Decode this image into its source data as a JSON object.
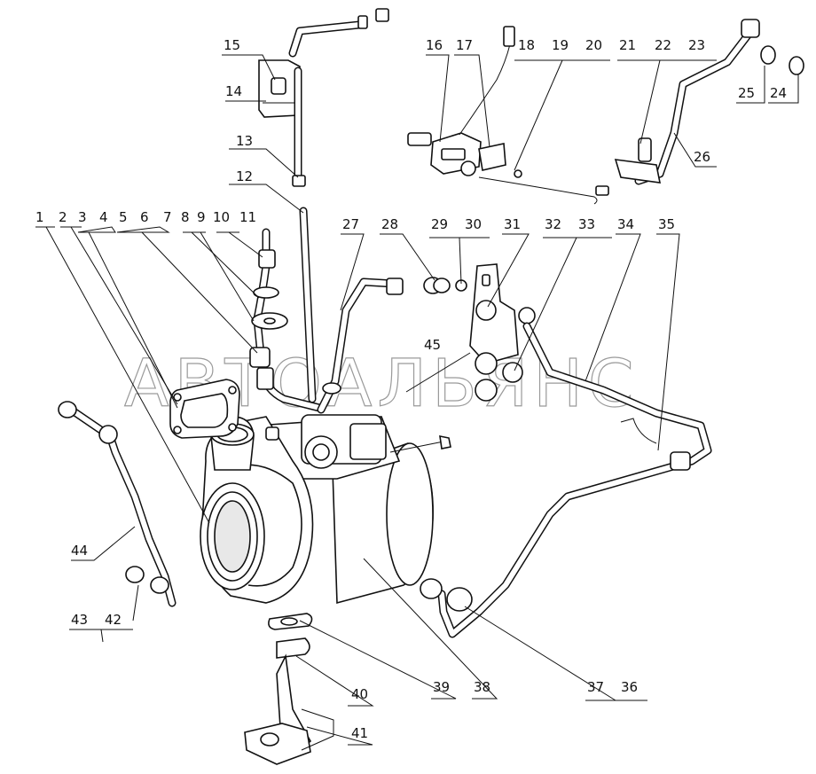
{
  "watermark": "АВТОАЛЬЯНС",
  "callouts": [
    {
      "id": "c1",
      "text": "1"
    },
    {
      "id": "c2",
      "text": "2"
    },
    {
      "id": "c3",
      "text": "3"
    },
    {
      "id": "c4",
      "text": "4"
    },
    {
      "id": "c5",
      "text": "5"
    },
    {
      "id": "c6",
      "text": "6"
    },
    {
      "id": "c7",
      "text": "7"
    },
    {
      "id": "c8",
      "text": "8"
    },
    {
      "id": "c9",
      "text": "9"
    },
    {
      "id": "c10",
      "text": "10"
    },
    {
      "id": "c11",
      "text": "11"
    },
    {
      "id": "c12",
      "text": "12"
    },
    {
      "id": "c13",
      "text": "13"
    },
    {
      "id": "c14",
      "text": "14"
    },
    {
      "id": "c15",
      "text": "15"
    },
    {
      "id": "c16",
      "text": "16"
    },
    {
      "id": "c17",
      "text": "17"
    },
    {
      "id": "c18",
      "text": "18"
    },
    {
      "id": "c19",
      "text": "19"
    },
    {
      "id": "c20",
      "text": "20"
    },
    {
      "id": "c21",
      "text": "21"
    },
    {
      "id": "c22",
      "text": "22"
    },
    {
      "id": "c23",
      "text": "23"
    },
    {
      "id": "c24",
      "text": "24"
    },
    {
      "id": "c25",
      "text": "25"
    },
    {
      "id": "c26",
      "text": "26"
    },
    {
      "id": "c27",
      "text": "27"
    },
    {
      "id": "c28",
      "text": "28"
    },
    {
      "id": "c29",
      "text": "29"
    },
    {
      "id": "c30",
      "text": "30"
    },
    {
      "id": "c31",
      "text": "31"
    },
    {
      "id": "c32",
      "text": "32"
    },
    {
      "id": "c33",
      "text": "33"
    },
    {
      "id": "c34",
      "text": "34"
    },
    {
      "id": "c35",
      "text": "35"
    },
    {
      "id": "c36",
      "text": "36"
    },
    {
      "id": "c37",
      "text": "37"
    },
    {
      "id": "c38",
      "text": "38"
    },
    {
      "id": "c39",
      "text": "39"
    },
    {
      "id": "c40",
      "text": "40"
    },
    {
      "id": "c41",
      "text": "41"
    },
    {
      "id": "c42",
      "text": "42"
    },
    {
      "id": "c43",
      "text": "43"
    },
    {
      "id": "c44",
      "text": "44"
    },
    {
      "id": "c45",
      "text": "45"
    }
  ]
}
